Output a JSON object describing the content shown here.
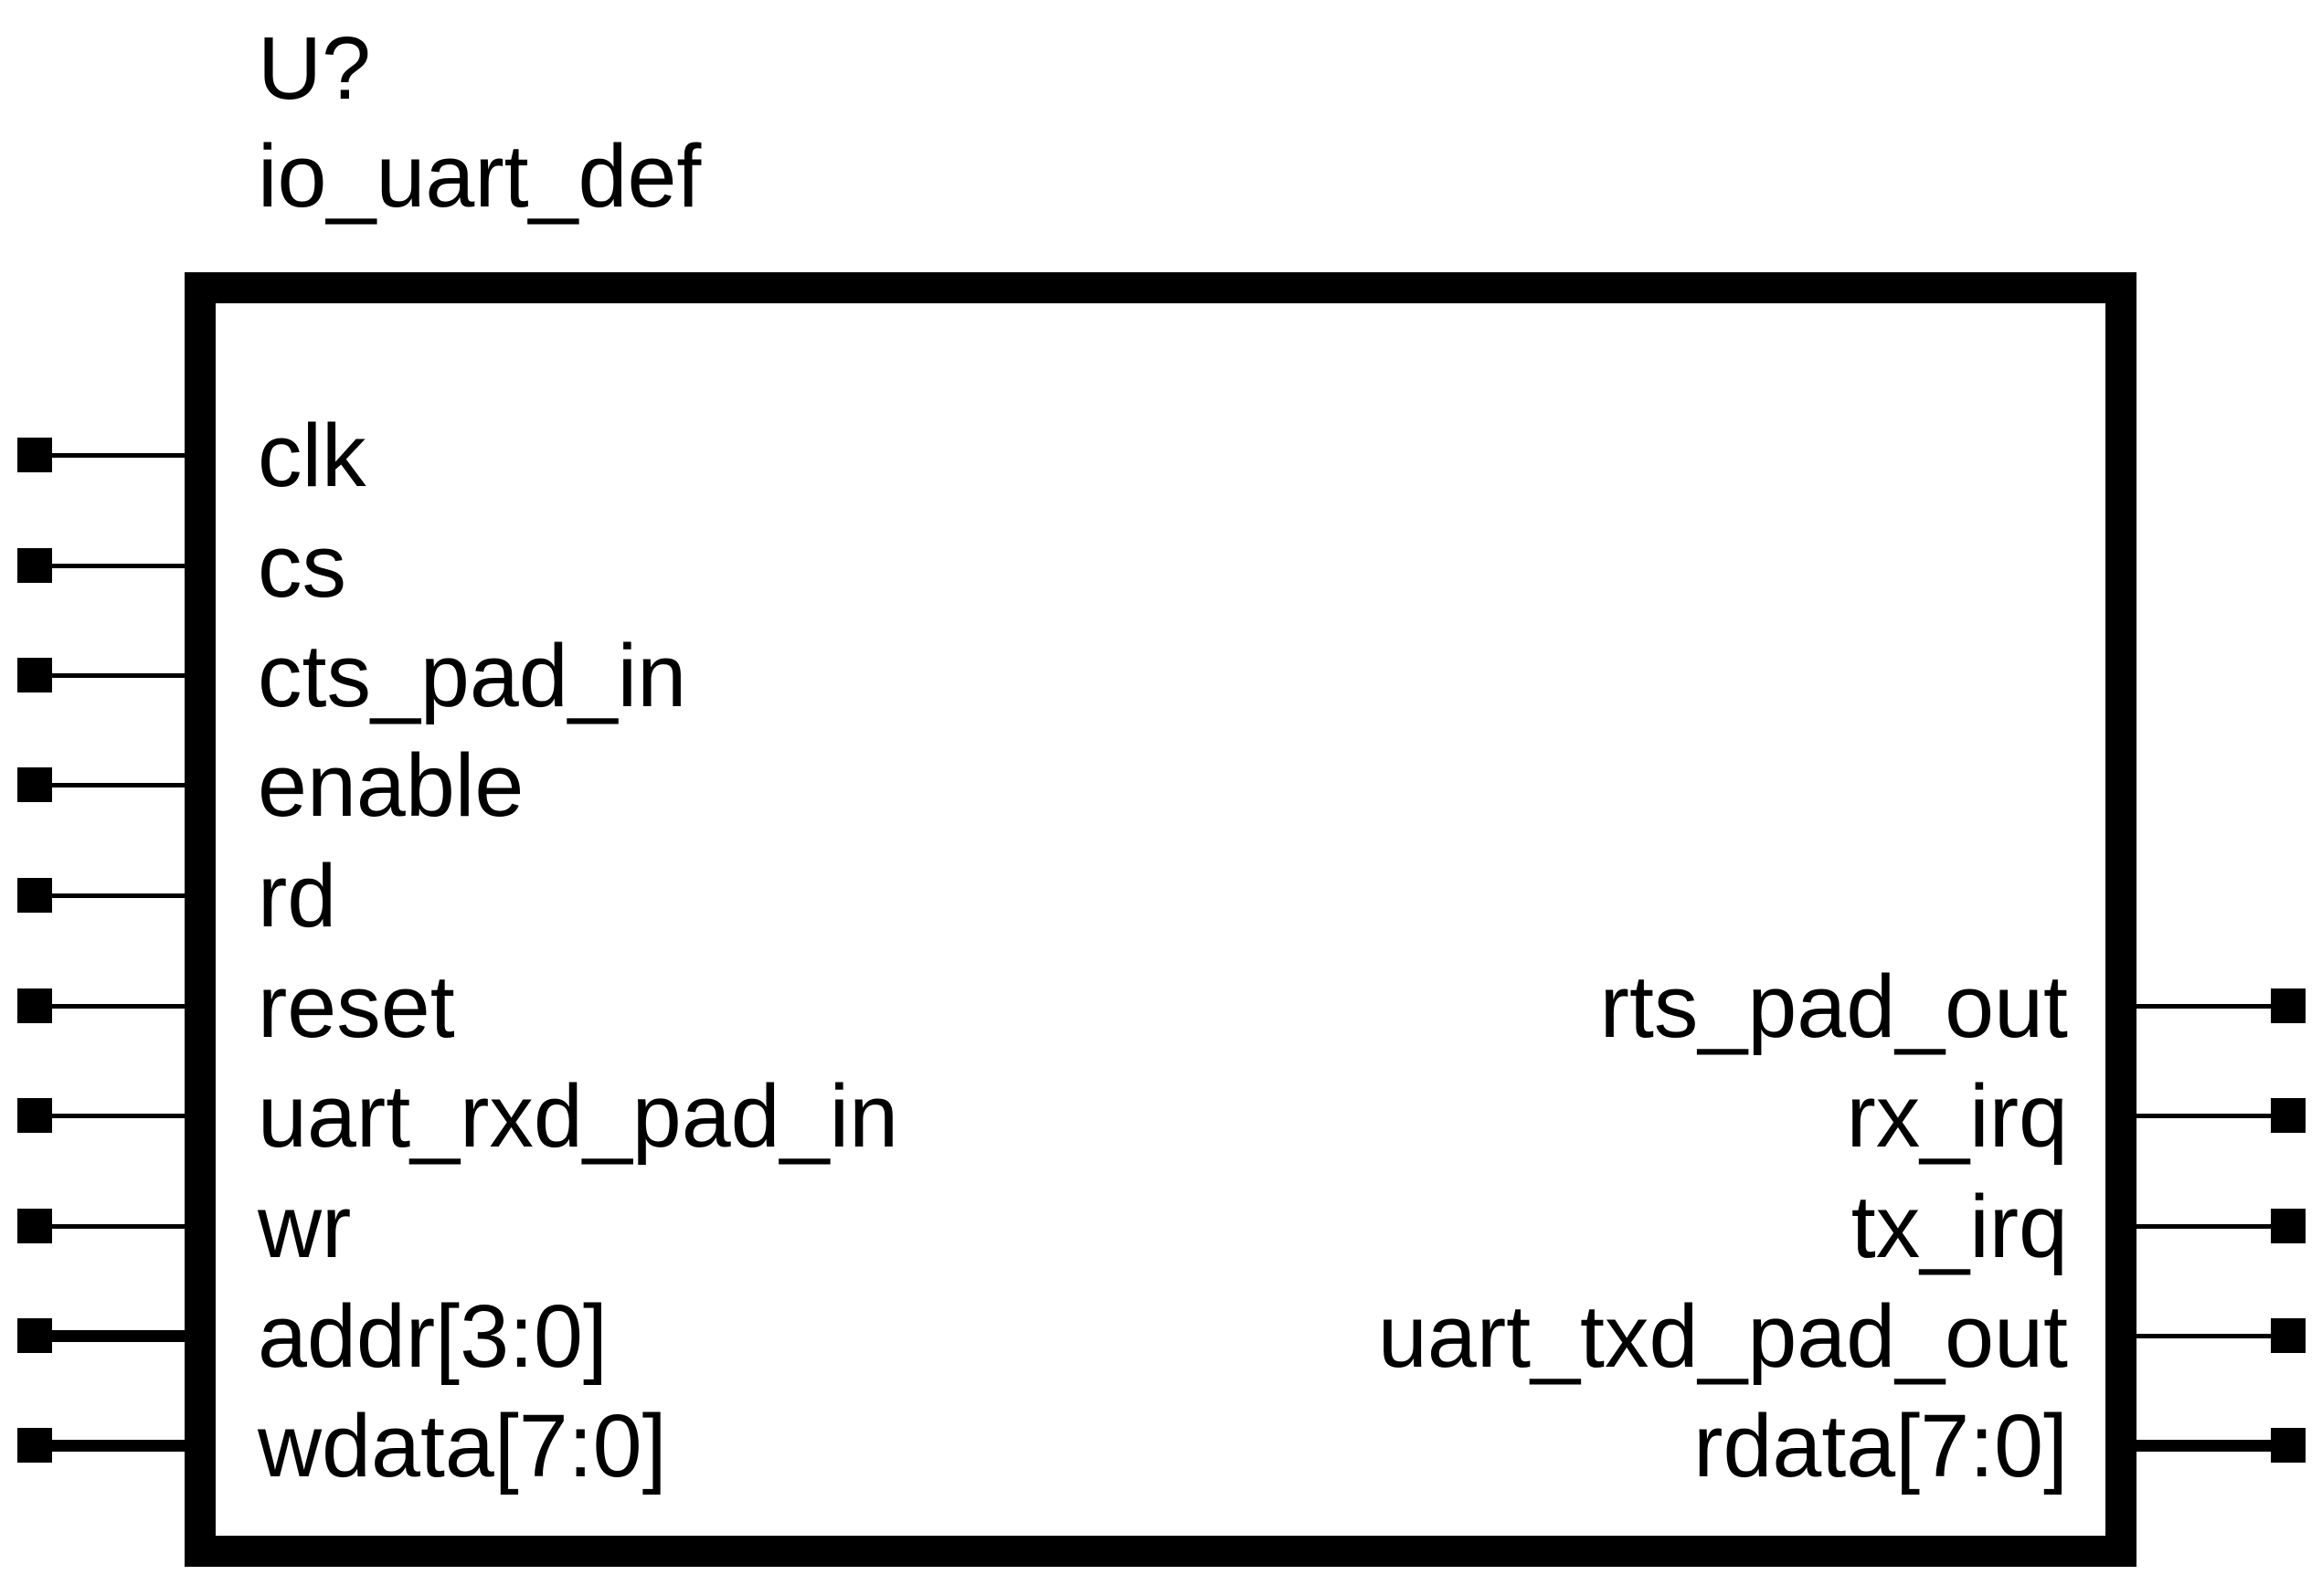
{
  "component": {
    "reference": "U?",
    "name": "io_uart_def"
  },
  "pins": {
    "left": [
      {
        "label": "clk",
        "bus": false
      },
      {
        "label": "cs",
        "bus": false
      },
      {
        "label": "cts_pad_in",
        "bus": false
      },
      {
        "label": "enable",
        "bus": false
      },
      {
        "label": "rd",
        "bus": false
      },
      {
        "label": "reset",
        "bus": false
      },
      {
        "label": "uart_rxd_pad_in",
        "bus": false
      },
      {
        "label": "wr",
        "bus": false
      },
      {
        "label": "addr[3:0]",
        "bus": true
      },
      {
        "label": "wdata[7:0]",
        "bus": true
      }
    ],
    "right": [
      {
        "label": "rts_pad_out",
        "bus": false
      },
      {
        "label": "rx_irq",
        "bus": false
      },
      {
        "label": "tx_irq",
        "bus": false
      },
      {
        "label": "uart_txd_pad_out",
        "bus": false
      },
      {
        "label": "rdata[7:0]",
        "bus": true
      }
    ]
  },
  "colors": {
    "stroke": "#000000",
    "background": "#ffffff"
  }
}
